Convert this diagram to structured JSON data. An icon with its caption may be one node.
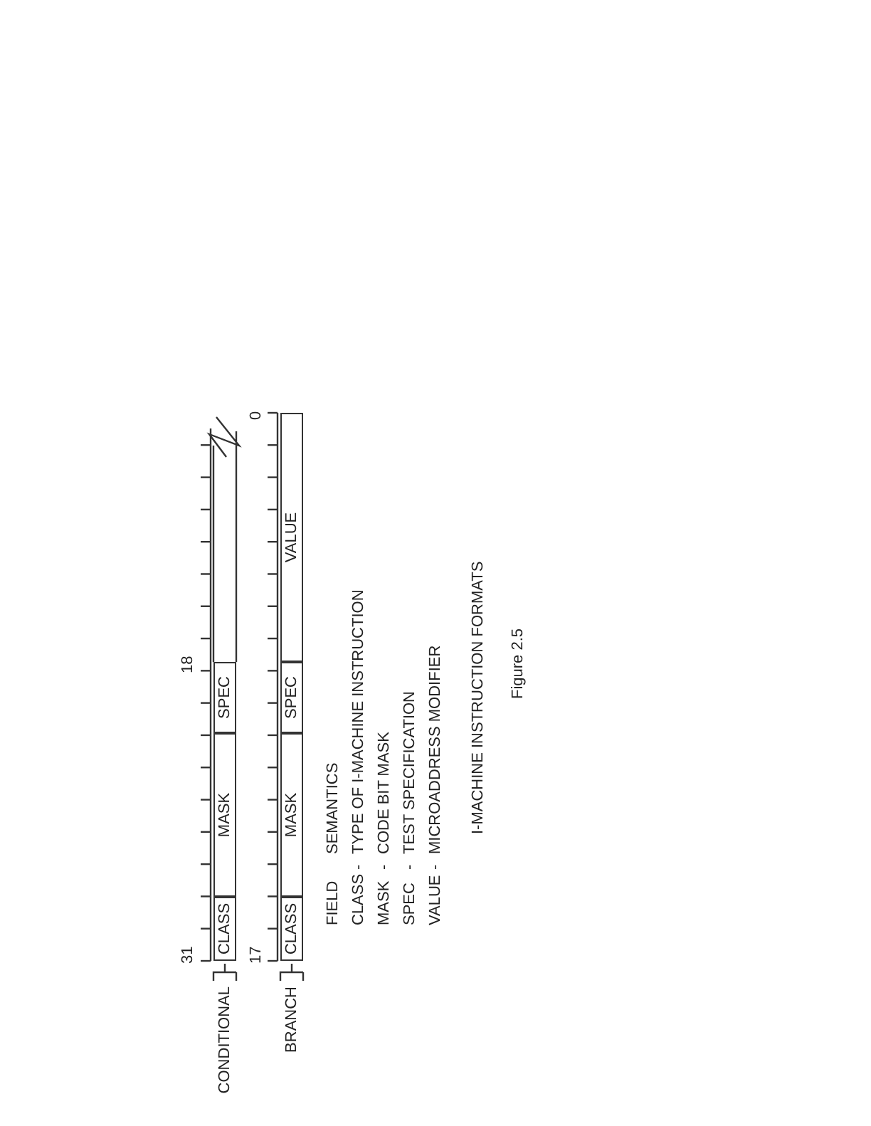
{
  "diagram": {
    "title": "I-MACHINE INSTRUCTION FORMATS",
    "caption": "Figure 2.5",
    "nodes": [
      {
        "text": [
          "CLASS"
        ]
      },
      {
        "text": [
          "MASK"
        ]
      },
      {
        "text": [
          "SPEC"
        ]
      },
      {
        "text": [
          "CLASS"
        ]
      },
      {
        "text": [
          "MASK"
        ]
      },
      {
        "text": [
          "SPEC"
        ]
      },
      {
        "text": [
          "VALUE"
        ]
      }
    ],
    "edges": [],
    "labels": [
      "31",
      "18",
      "CONDITIONAL",
      "17",
      "0",
      "BRANCH",
      "FIELD",
      "SEMANTICS",
      "CLASS",
      "-",
      "TYPE OF I-MACHINE INSTRUCTION",
      "MASK",
      "-",
      "CODE BIT MASK",
      "SPEC",
      "-",
      "TEST SPECIFICATION",
      "VALUE",
      "-",
      "MICROADDRESS MODIFIER"
    ]
  }
}
